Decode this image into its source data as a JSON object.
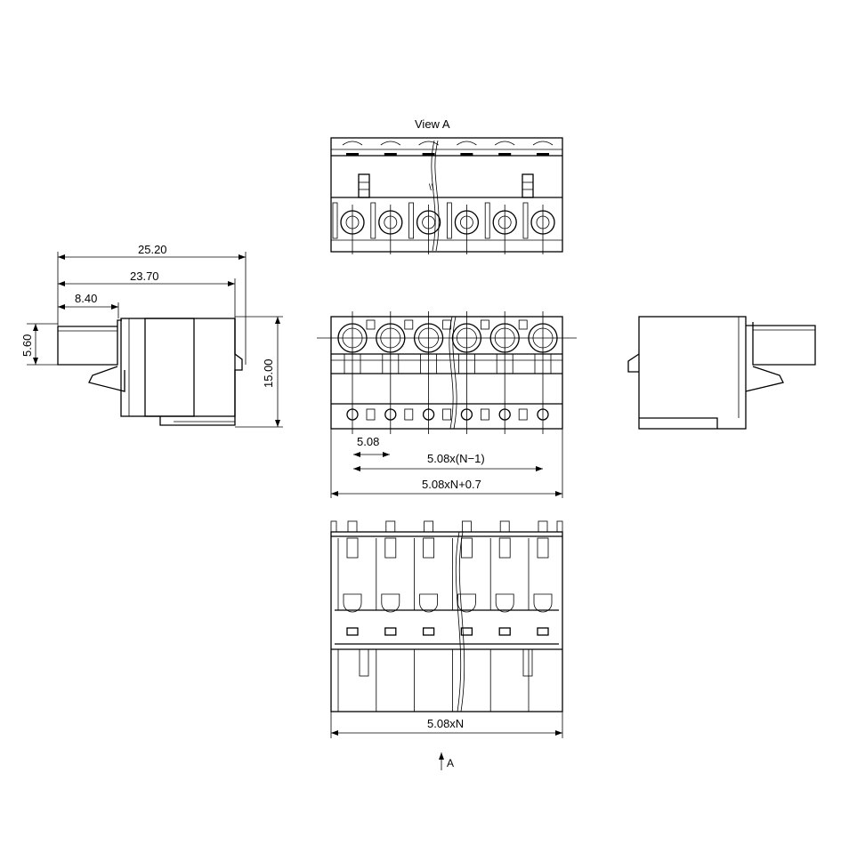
{
  "view_label": "View A",
  "arrow_label": "A",
  "dimensions": {
    "overall_length": "25.20",
    "body_length": "23.70",
    "front_length": "8.40",
    "plug_height": "5.60",
    "total_height": "15.00",
    "pitch": "5.08",
    "pitch_span": "5.08x(N−1)",
    "overall_width": "5.08xN+0.7",
    "bottom_width": "5.08xN"
  },
  "pole_count_drawn": 6
}
